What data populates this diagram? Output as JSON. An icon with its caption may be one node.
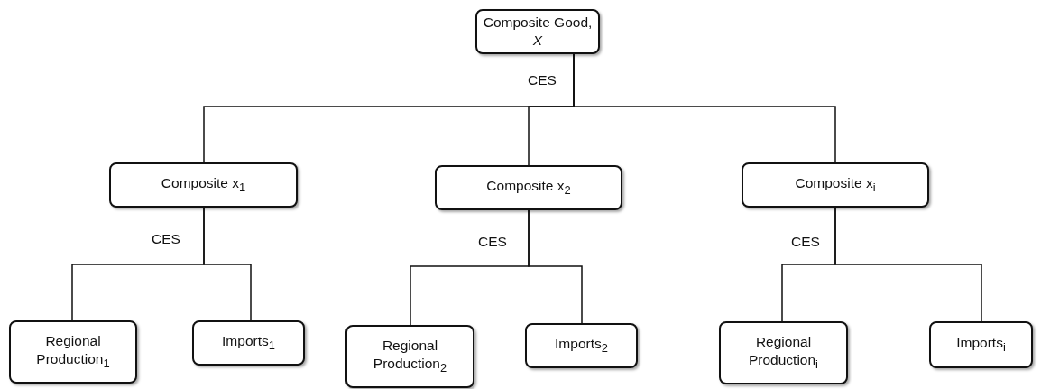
{
  "diagram": {
    "nodes": [
      {
        "text": [
          "Composite Good, *X*"
        ]
      },
      {
        "text": [
          "Composite x$_{1}$"
        ]
      },
      {
        "text": [
          "Composite x$_{2}$"
        ]
      },
      {
        "text": [
          "Composite x$_{i}$"
        ]
      },
      {
        "text": [
          "Regional Production$_{1}$"
        ]
      },
      {
        "text": [
          "Imports$_{1}$"
        ]
      },
      {
        "text": [
          "Regional Production$_{2}$"
        ]
      },
      {
        "text": [
          "Imports$_{2}$"
        ]
      },
      {
        "text": [
          "Regional Production$_{i}$"
        ]
      },
      {
        "text": [
          "Imports$_{i}$"
        ]
      }
    ],
    "edges": [
      {
        "from": 0,
        "to": 1,
        "arrow": "none"
      },
      {
        "from": 0,
        "to": 2,
        "arrow": "none"
      },
      {
        "from": 0,
        "to": 3,
        "arrow": "none"
      },
      {
        "from": 1,
        "to": 4,
        "arrow": "none"
      },
      {
        "from": 1,
        "to": 5,
        "arrow": "none"
      },
      {
        "from": 2,
        "to": 6,
        "arrow": "none"
      },
      {
        "from": 2,
        "to": 7,
        "arrow": "none"
      },
      {
        "from": 3,
        "to": 8,
        "arrow": "none"
      },
      {
        "from": 3,
        "to": 9,
        "arrow": "none"
      }
    ],
    "labels": [
      "CES",
      "CES",
      "CES",
      "CES"
    ]
  }
}
